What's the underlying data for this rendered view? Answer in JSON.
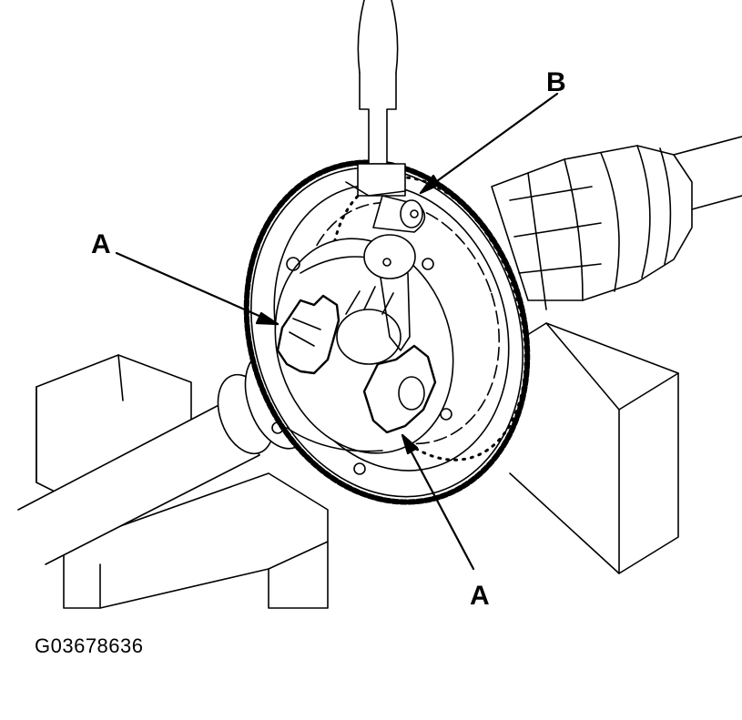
{
  "callouts": {
    "b": "B",
    "a_left": "A",
    "a_bottom": "A"
  },
  "figure_id": "G03678636",
  "colors": {
    "ink": "#000000",
    "paper": "#ffffff"
  }
}
